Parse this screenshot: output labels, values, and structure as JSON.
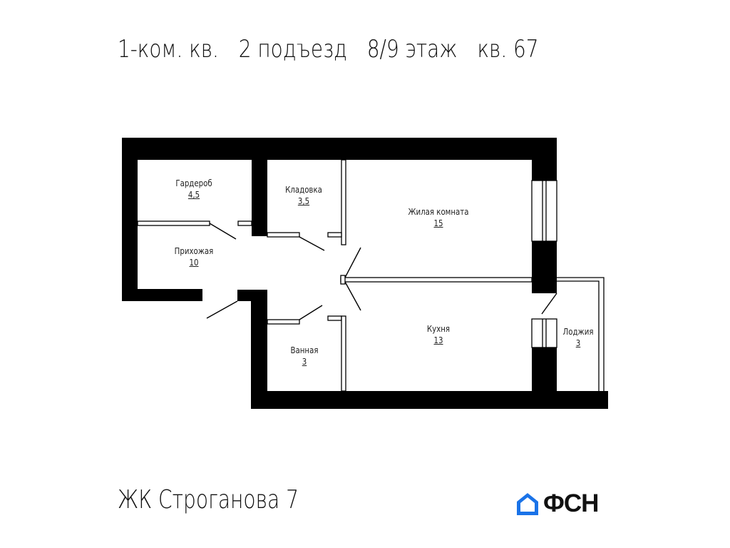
{
  "header": {
    "rooms_type": "1-ком. кв.",
    "entrance": "2 подъезд",
    "floor": "8/9 этаж",
    "apartment": "кв. 67"
  },
  "rooms": [
    {
      "name": "Гардероб",
      "area": "4,5"
    },
    {
      "name": "Кладовка",
      "area": "3,5"
    },
    {
      "name": "Жилая комната",
      "area": "15"
    },
    {
      "name": "Прихожая",
      "area": "10"
    },
    {
      "name": "Кухня",
      "area": "13"
    },
    {
      "name": "Ванная",
      "area": "3"
    },
    {
      "name": "Лоджия",
      "area": "3"
    }
  ],
  "footer": {
    "complex_name": "ЖК Строганова 7",
    "logo_text": "ФСН"
  },
  "colors": {
    "wall": "#000000",
    "logo_blue": "#1a73e8",
    "background": "#ffffff"
  }
}
